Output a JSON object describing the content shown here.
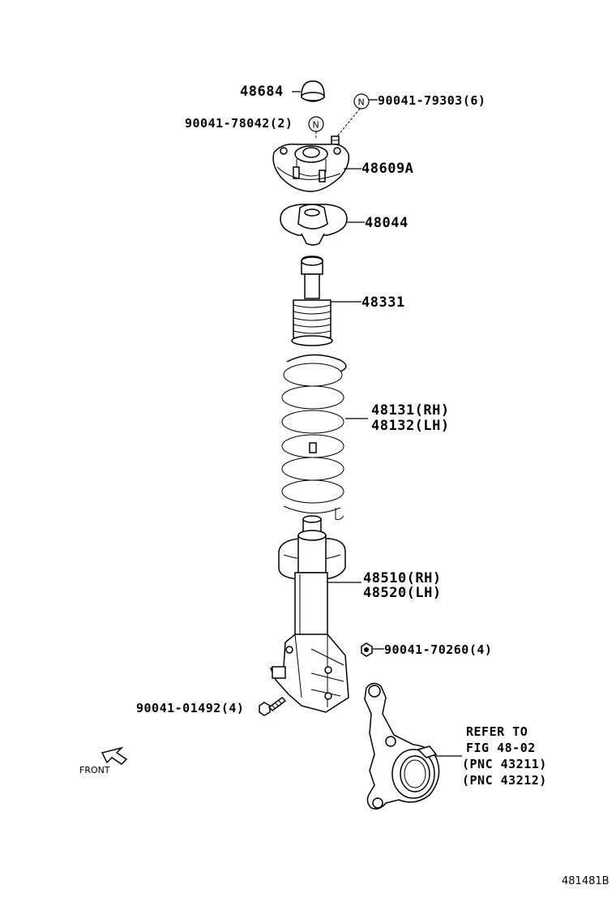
{
  "labels": {
    "p48684": "48684",
    "p90041_79303": "90041-79303(6)",
    "p90041_78042": "90041-78042(2)",
    "p48609a": "48609A",
    "p48044": "48044",
    "p48331": "48331",
    "p48131": "48131(RH)",
    "p48132": "48132(LH)",
    "p48510": "48510(RH)",
    "p48520": "48520(LH)",
    "p90041_70260": "90041-70260(4)",
    "p90041_01492": "90041-01492(4)",
    "refer1": "REFER TO",
    "refer2": "FIG 48-02",
    "refer3": "(PNC 43211)",
    "refer4": "(PNC 43212)",
    "n_mark": "N",
    "front": "FRONT",
    "diagram_id": "481481B"
  }
}
